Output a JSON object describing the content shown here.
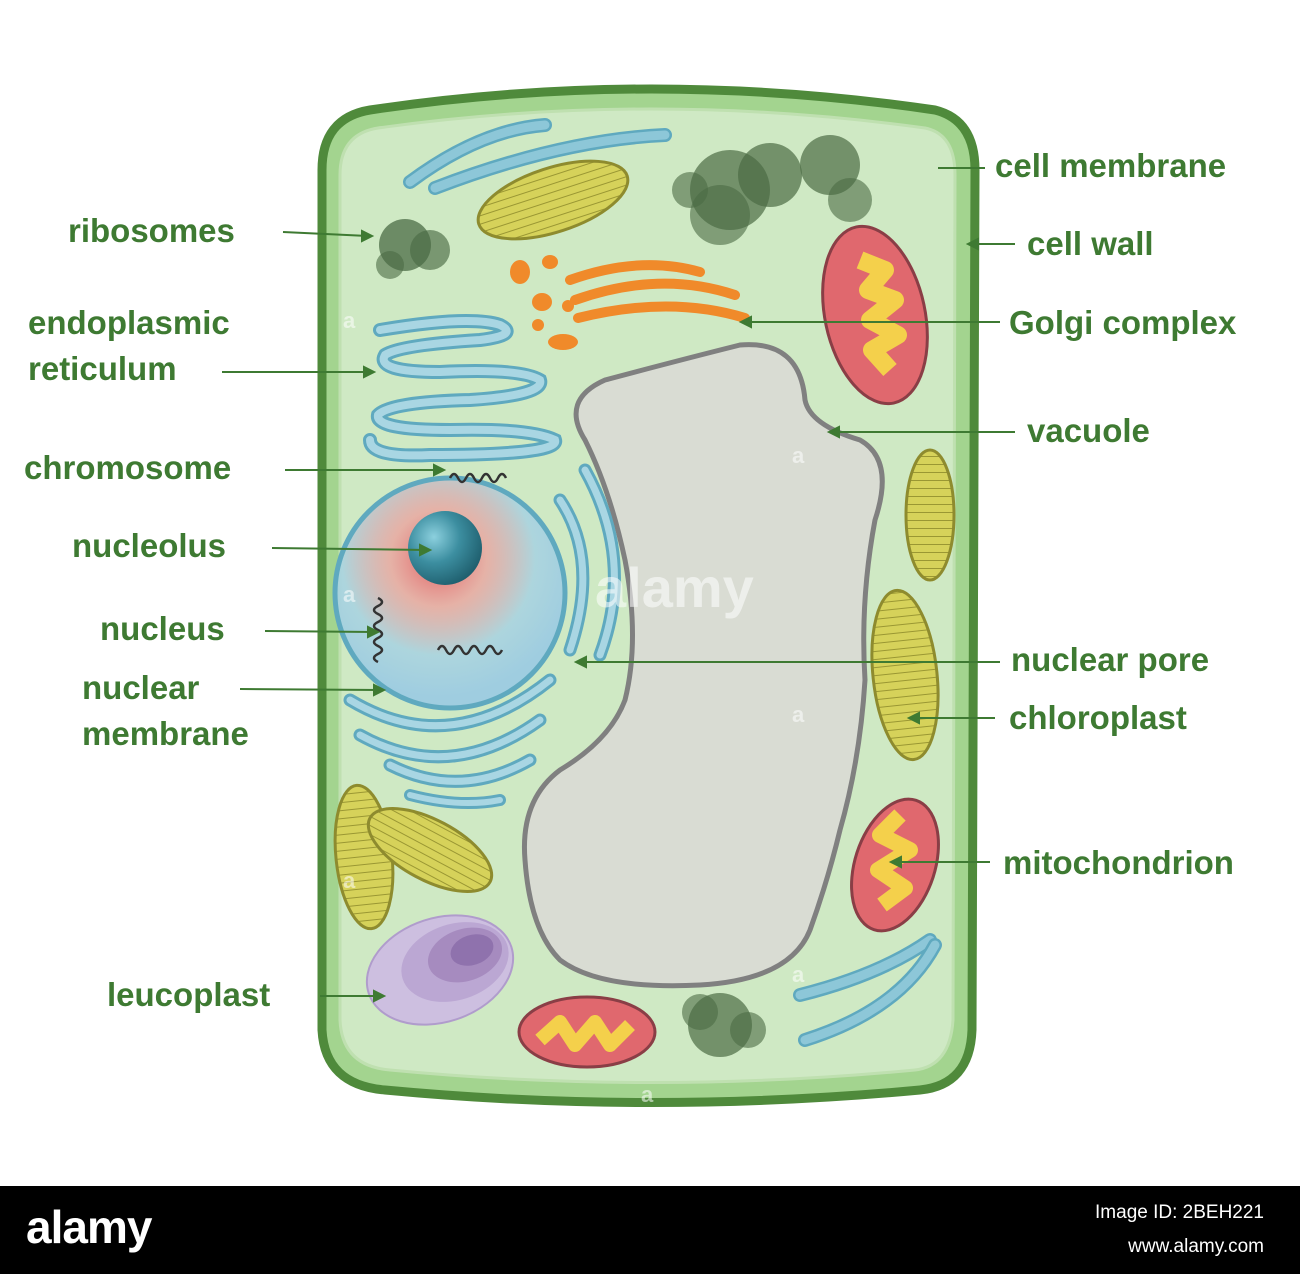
{
  "diagram": {
    "labels_left": {
      "ribosomes": "ribosomes",
      "endoplasmic_reticulum_1": "endoplasmic",
      "endoplasmic_reticulum_2": "reticulum",
      "chromosome": "chromosome",
      "nucleolus": "nucleolus",
      "nucleus": "nucleus",
      "nuclear_membrane_1": "nuclear",
      "nuclear_membrane_2": "membrane",
      "leucoplast": "leucoplast"
    },
    "labels_right": {
      "cell_membrane": "cell membrane",
      "cell_wall": "cell wall",
      "golgi_complex": "Golgi complex",
      "vacuole": "vacuole",
      "nuclear_pore": "nuclear pore",
      "chloroplast": "chloroplast",
      "mitochondrion": "mitochondrion"
    },
    "colors": {
      "label_text": "#3e7a32",
      "cell_wall": "#4f8a3b",
      "cytoplasm": "#cfe9c4",
      "membrane_inner": "#a3d48f",
      "vacuole_fill": "#d9dcd3",
      "vacuole_stroke": "#808080",
      "er": "#8dc7d8",
      "chloroplast": "#d6d25a",
      "mitochondrion": "#e0686e",
      "cristae": "#f4d04b",
      "golgi": "#f08a2a",
      "leucoplast": "#a892c0",
      "nucleus": "#a9d3e0",
      "nucleolus": "#2f7d8e",
      "ribosome": "#4b6b45"
    }
  },
  "watermark": {
    "text": "alamy",
    "small": "a"
  },
  "footer": {
    "brand": "alamy",
    "image_id": "Image ID: 2BEH221",
    "site": "www.alamy.com"
  }
}
